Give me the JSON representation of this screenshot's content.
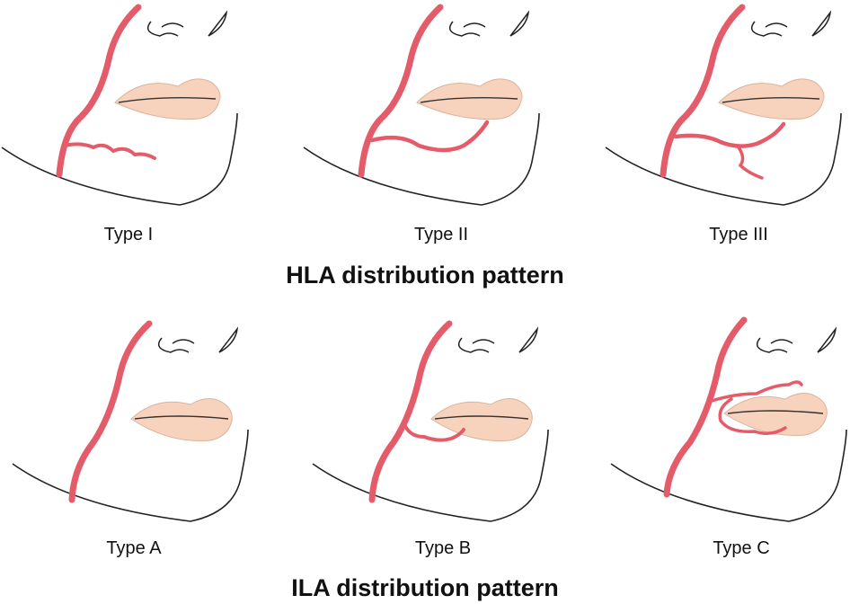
{
  "colors": {
    "artery": "#e45c6a",
    "lip": "#f7d3bd",
    "line": "#222222"
  },
  "rows": [
    {
      "heading": "HLA distribution pattern",
      "panels": [
        {
          "label": "Type I"
        },
        {
          "label": "Type II"
        },
        {
          "label": "Type III"
        }
      ]
    },
    {
      "heading": "ILA distribution pattern",
      "panels": [
        {
          "label": "Type A"
        },
        {
          "label": "Type B"
        },
        {
          "label": "Type C"
        }
      ]
    }
  ]
}
